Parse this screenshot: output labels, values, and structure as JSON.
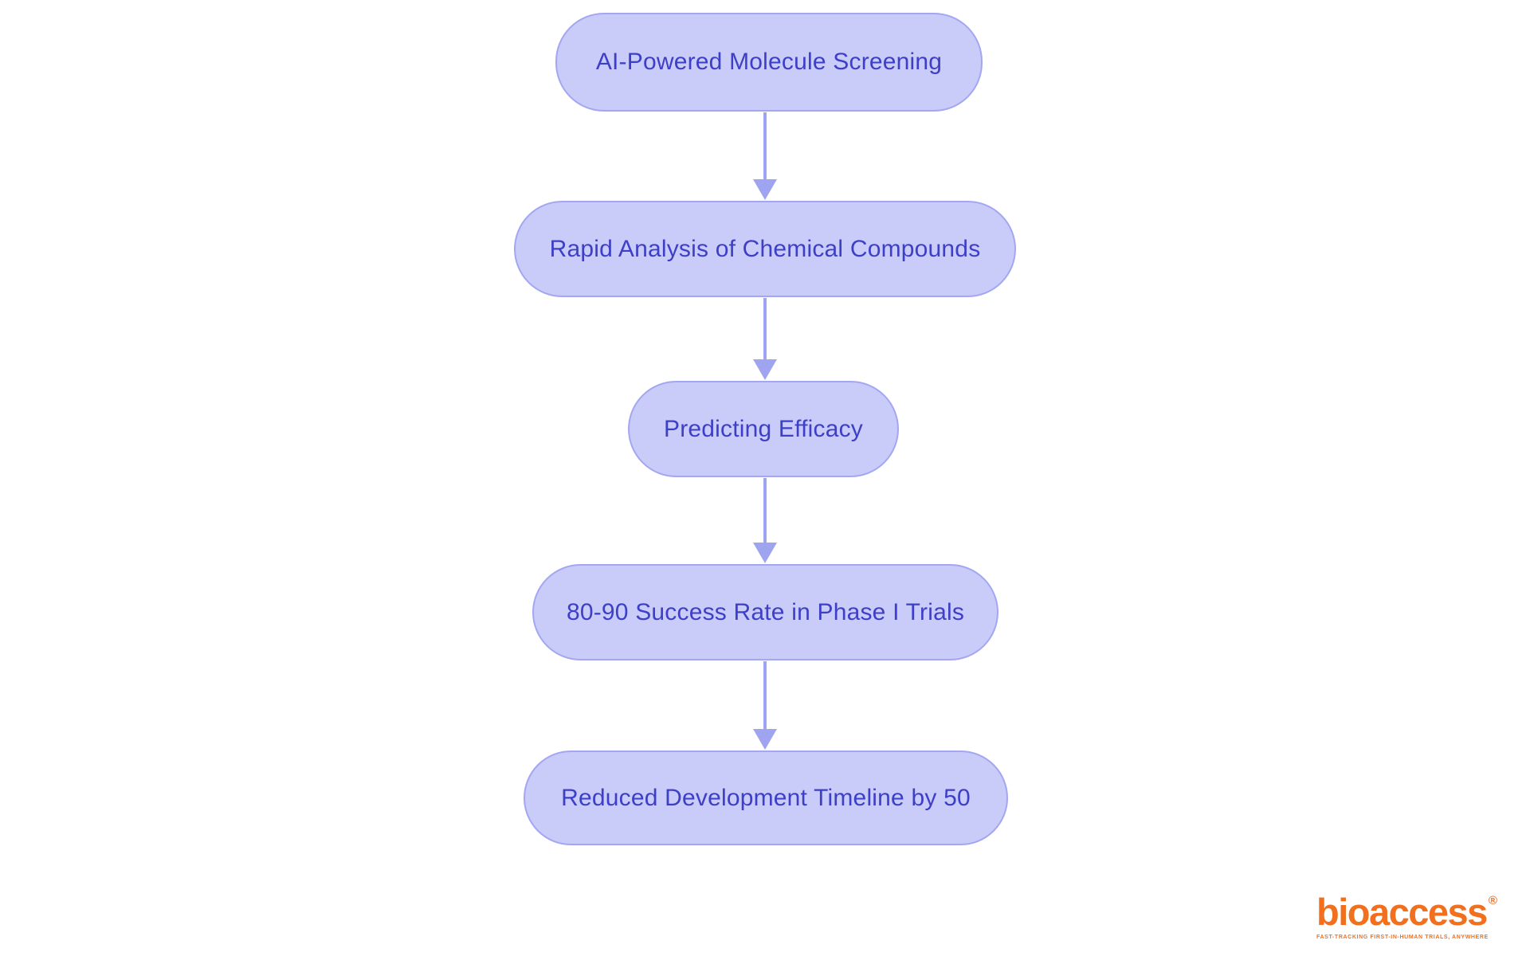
{
  "diagram": {
    "type": "flowchart",
    "direction": "top-down",
    "nodes": [
      {
        "id": 1,
        "label": "AI-Powered Molecule Screening"
      },
      {
        "id": 2,
        "label": "Rapid Analysis of Chemical Compounds"
      },
      {
        "id": 3,
        "label": "Predicting Efficacy"
      },
      {
        "id": 4,
        "label": "80-90 Success Rate in Phase I Trials"
      },
      {
        "id": 5,
        "label": "Reduced Development Timeline by 50"
      }
    ],
    "edges": [
      {
        "from": 1,
        "to": 2
      },
      {
        "from": 2,
        "to": 3
      },
      {
        "from": 3,
        "to": 4
      },
      {
        "from": 4,
        "to": 5
      }
    ],
    "colors": {
      "background": "#ffffff",
      "node_fill": "#c9cbf9",
      "node_border": "#a3a7f2",
      "node_text": "#3d3fc7",
      "arrow": "#9ea4f0"
    }
  },
  "logo": {
    "brand": "bioaccess",
    "registered_mark": "®",
    "tagline": "FAST-TRACKING FIRST-IN-HUMAN TRIALS, ANYWHERE",
    "color": "#f2701d"
  }
}
